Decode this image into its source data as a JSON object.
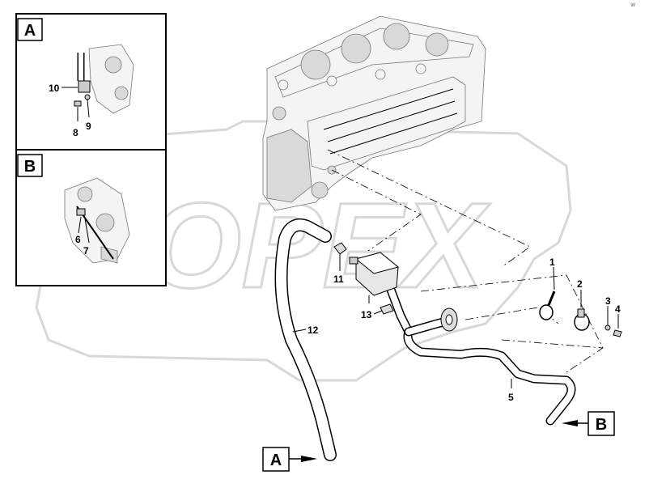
{
  "corner_code": "W",
  "detail_views": [
    {
      "letter": "A",
      "callouts": [
        "10",
        "9",
        "8"
      ]
    },
    {
      "letter": "B",
      "callouts": [
        "6",
        "7"
      ]
    }
  ],
  "callouts": {
    "c1": "1",
    "c2": "2",
    "c3": "3",
    "c4": "4",
    "c5": "5",
    "c11": "11",
    "c12": "12",
    "c13": "13"
  },
  "connectors": {
    "a": "A",
    "b": "B"
  },
  "watermark": "OPEX",
  "colors": {
    "line": "#000000",
    "watermark": "#d8d8d8",
    "engine_fill": "#f4f4f4"
  }
}
